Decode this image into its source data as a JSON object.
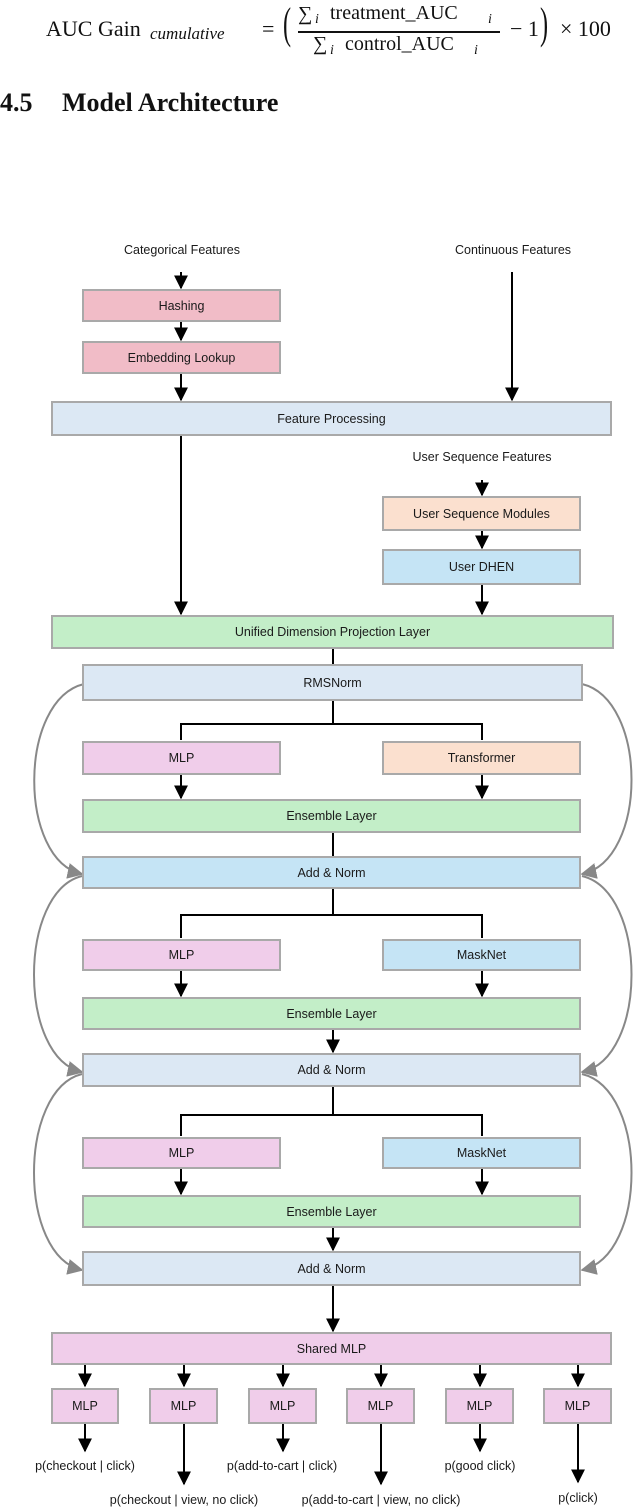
{
  "equation": {
    "lhs": "AUC Gain",
    "lhs_sub": "cumulative",
    "equals": "=",
    "sum": "∑",
    "index": "i",
    "numerator": "treatment_AUC",
    "denominator": "control_AUC",
    "minus_one": "− 1",
    "times_hundred": "× 100"
  },
  "section": {
    "number": "4.5",
    "title": "Model Architecture"
  },
  "inputs": {
    "categorical": "Categorical Features",
    "continuous": "Continuous Features",
    "user_sequence": "User Sequence Features"
  },
  "blocks": {
    "hashing": "Hashing",
    "embedding": "Embedding Lookup",
    "feature_processing": "Feature Processing",
    "user_sequence_modules": "User Sequence Modules",
    "user_dhen": "User DHEN",
    "projection": "Unified Dimension Projection Layer",
    "rmsnorm": "RMSNorm",
    "mlp": "MLP",
    "transformer": "Transformer",
    "masknet": "MaskNet",
    "ensemble": "Ensemble Layer",
    "add_norm": "Add & Norm",
    "shared_mlp": "Shared MLP"
  },
  "outputs": [
    "p(checkout | click)",
    "p(checkout | view, no click)",
    "p(add-to-cart | click)",
    "p(add-to-cart | view, no click)",
    "p(good click)",
    "p(click)"
  ]
}
